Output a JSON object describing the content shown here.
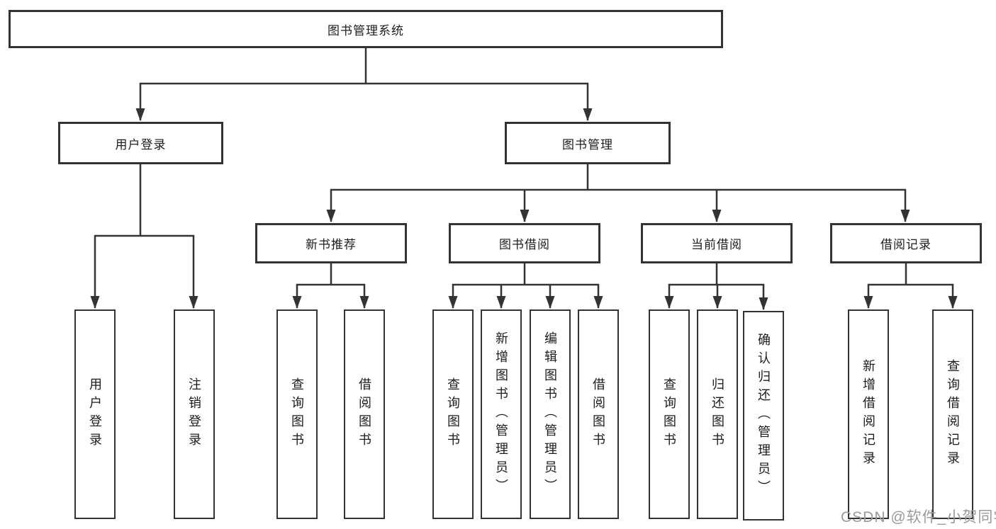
{
  "tree": {
    "root": {
      "label": "图书管理系统"
    },
    "user_login": {
      "label": "用户登录",
      "children": [
        {
          "label": "用户登录"
        },
        {
          "label": "注销登录"
        }
      ]
    },
    "book_mgmt": {
      "label": "图书管理",
      "children": [
        {
          "label": "新书推荐",
          "children": [
            {
              "label": "查询图书"
            },
            {
              "label": "借阅图书"
            }
          ]
        },
        {
          "label": "图书借阅",
          "children": [
            {
              "label": "查询图书"
            },
            {
              "label": "新增图书（管理员）"
            },
            {
              "label": "编辑图书（管理员）"
            },
            {
              "label": "借阅图书"
            }
          ]
        },
        {
          "label": "当前借阅",
          "children": [
            {
              "label": "查询图书"
            },
            {
              "label": "归还图书"
            },
            {
              "label": "确认归还（管理员）"
            }
          ]
        },
        {
          "label": "借阅记录",
          "children": [
            {
              "label": "新增借阅记录"
            },
            {
              "label": "查询借阅记录"
            }
          ]
        }
      ]
    }
  },
  "watermark": "CSDN @软件_小贺同学",
  "colors": {
    "line": "#333333",
    "box_border": "#333333",
    "box_background": "#ffffff",
    "text": "#1c1c1c",
    "watermark": "#9a9a9a"
  }
}
